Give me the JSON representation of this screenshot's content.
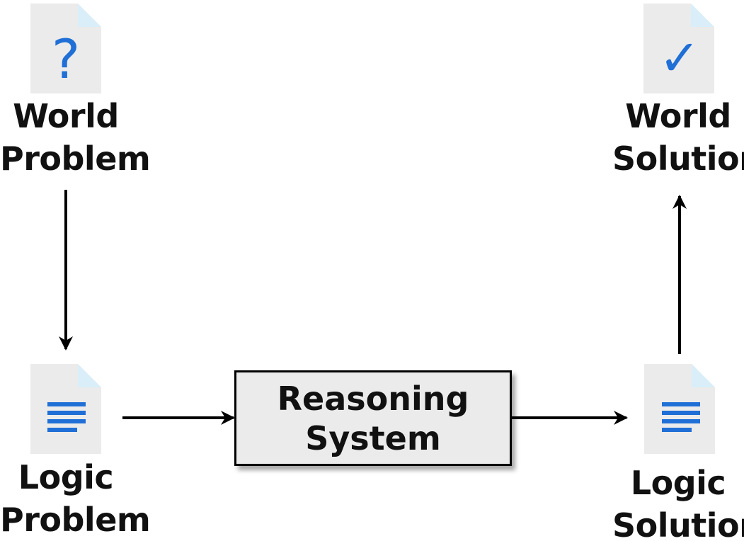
{
  "nodes": {
    "world_problem": {
      "line1": "World",
      "line2": "Problem",
      "icon": "question-document-icon",
      "glyph": "?"
    },
    "logic_problem": {
      "line1": "Logic",
      "line2": "Problem",
      "icon": "text-document-icon"
    },
    "reasoning_system": {
      "line1": "Reasoning",
      "line2": "System"
    },
    "logic_solution": {
      "line1": "Logic",
      "line2": "Solution",
      "icon": "text-document-icon"
    },
    "world_solution": {
      "line1": "World",
      "line2": "Solution",
      "icon": "checkmark-document-icon",
      "glyph": "✓"
    }
  },
  "edges": [
    {
      "from": "world_problem",
      "to": "logic_problem"
    },
    {
      "from": "logic_problem",
      "to": "reasoning_system"
    },
    {
      "from": "reasoning_system",
      "to": "logic_solution"
    },
    {
      "from": "logic_solution",
      "to": "world_solution"
    }
  ],
  "colors": {
    "document_fill": "#ebebeb",
    "document_fold": "#d9eef8",
    "icon_blue": "#1f6fd6",
    "arrow": "#000000",
    "box_fill": "#ebebeb"
  }
}
